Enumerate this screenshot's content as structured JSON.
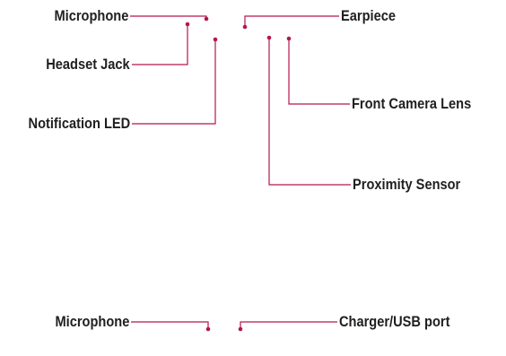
{
  "colors": {
    "leader": "#b5164e",
    "text": "#1f1f1f",
    "background": "#ffffff"
  },
  "top_view": {
    "microphone": "Microphone",
    "headset_jack": "Headset Jack",
    "notification_led": "Notification LED",
    "earpiece": "Earpiece",
    "front_camera_lens": "Front Camera Lens",
    "proximity_sensor": "Proximity Sensor"
  },
  "bottom_view": {
    "microphone": "Microphone",
    "charger_usb_port": "Charger/USB port"
  }
}
